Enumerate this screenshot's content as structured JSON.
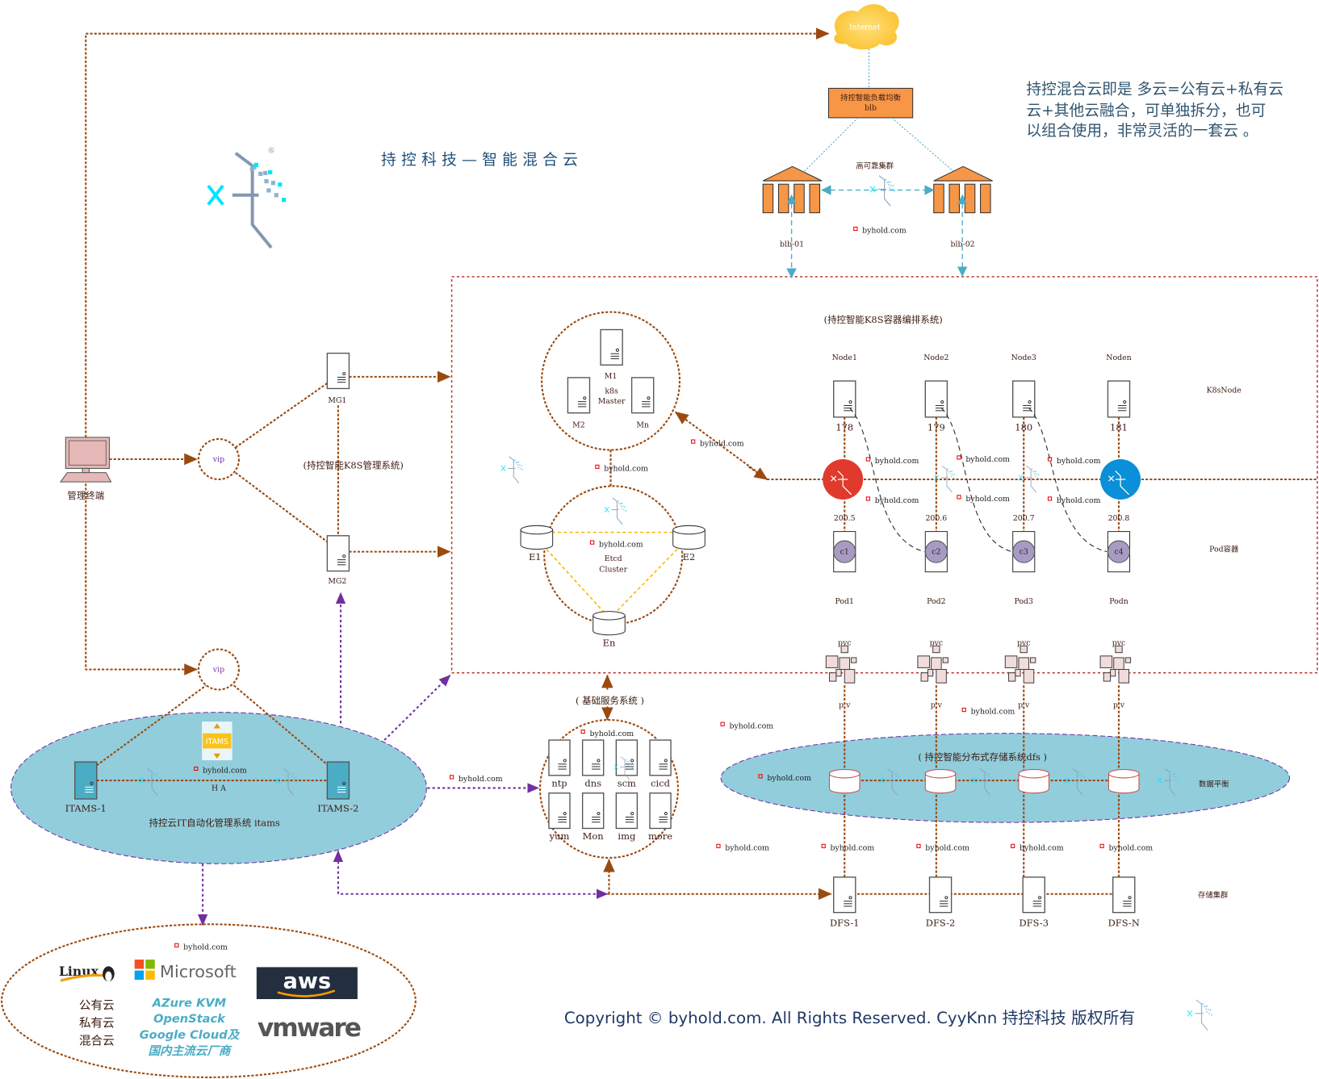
{
  "title": "持控科技—智能混合云",
  "description": [
    "持控混合云即是 多云=公有云+私有云",
    "云+其他云融合，可单独拆分，也可",
    "以组合使用，非常灵活的一套云 。"
  ],
  "watermark": "byhold.com",
  "internet": "Internet",
  "load_balancer": {
    "name": "持控智能负载均衡",
    "sub": "blb"
  },
  "ha_cluster": "高可靠集群",
  "blb_nodes": [
    "blb-01",
    "blb-02"
  ],
  "terminal": "管理终端",
  "vip": "vip",
  "mgmt": {
    "title": "(持控智能K8S管理系统)",
    "servers": [
      "MG1",
      "MG2"
    ]
  },
  "master": {
    "servers": [
      "M1",
      "M2",
      "Mn"
    ],
    "label": [
      "k8s",
      "Master"
    ]
  },
  "etcd": {
    "nodes": [
      "E1",
      "E2",
      "En"
    ],
    "label": [
      "Etcd",
      "Cluster"
    ]
  },
  "k8s": {
    "title": "(持控智能K8S容器编排系统)",
    "node_label": "K8sNode",
    "pod_label": "Pod容器",
    "pvc": "pvc",
    "pv": "p v",
    "nodes": [
      {
        "name": "Node1",
        "ip": "178",
        "pod_ip": "200.5",
        "container": "c1",
        "pod": "Pod1"
      },
      {
        "name": "Node2",
        "ip": "179",
        "pod_ip": "200.6",
        "container": "c2",
        "pod": "Pod2"
      },
      {
        "name": "Node3",
        "ip": "180",
        "pod_ip": "200.7",
        "container": "c3",
        "pod": "Pod3"
      },
      {
        "name": "Noden",
        "ip": "181",
        "pod_ip": "200.8",
        "container": "c4",
        "pod": "Podn"
      }
    ]
  },
  "basic": {
    "title": "( 基础服务系统 )",
    "services": [
      "ntp",
      "dns",
      "scm",
      "cicd",
      "yum",
      "Mon",
      "img",
      "more"
    ]
  },
  "itams": {
    "servers": [
      "ITAMS-1",
      "ITAMS-2"
    ],
    "ha": "H A",
    "logo": "ITAMS",
    "label": "持控云IT自动化管理系统 itams"
  },
  "dfs": {
    "title": "( 持控智能分布式存储系统dfs )",
    "balance": "数据平衡",
    "cluster": "存储集群",
    "servers": [
      "DFS-1",
      "DFS-2",
      "DFS-3",
      "DFS-N"
    ]
  },
  "clouds": {
    "logos": [
      "Linux",
      "Microsoft",
      "aws",
      "vmware"
    ],
    "types": [
      "公有云",
      "私有云",
      "混合云"
    ],
    "vendors": [
      "AZure  KVM",
      "OpenStack",
      "Google Cloud及",
      "国内主流云厂商"
    ]
  },
  "copyright": "Copyright © byhold.com. All Rights Reserved. CyyKnn 持控科技 版权所有",
  "colors": {
    "link": "#9a4a10",
    "k8s_border": "#c0392b",
    "itams": "#7030a0",
    "cluster_fill": "#dbeef3",
    "ellipse_fill": "#92cddc",
    "lb": "#f79646",
    "switch_red": "#e03a2c",
    "switch_blue": "#0a8fd8",
    "pod": "#a79bc4"
  }
}
